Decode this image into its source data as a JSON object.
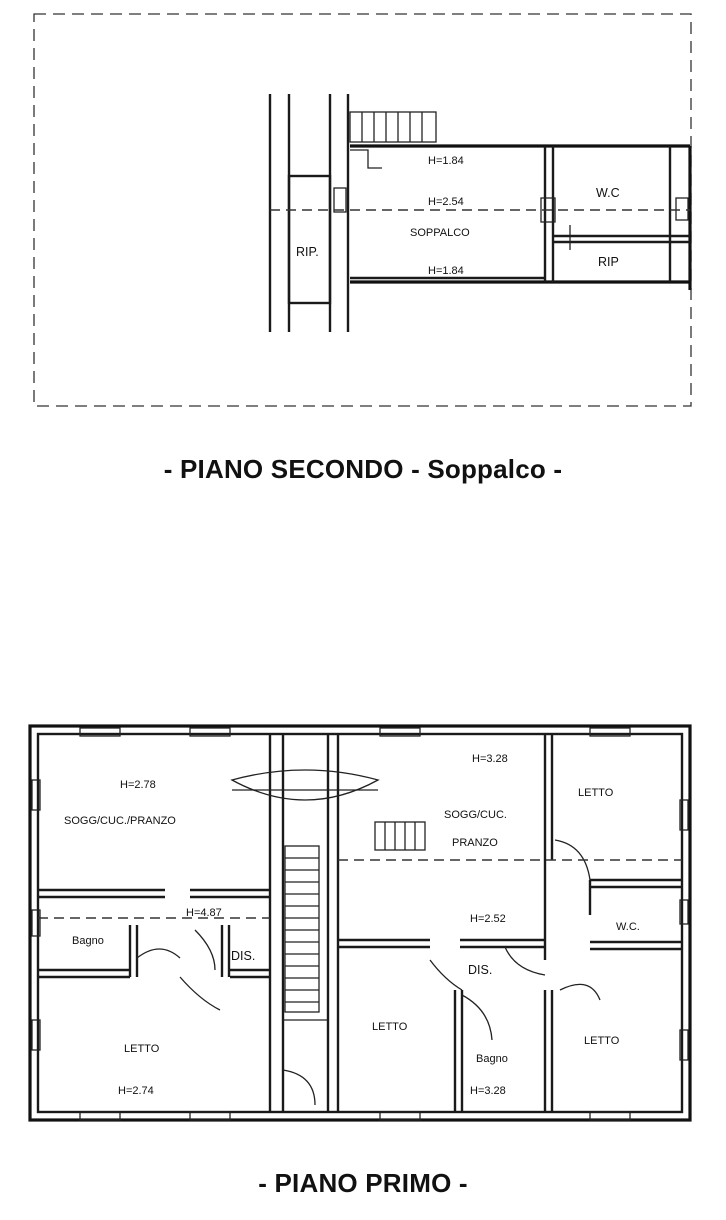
{
  "upper_plan": {
    "title": "- PIANO SECONDO - Soppalco -",
    "rooms": {
      "rip_left": "RIP.",
      "soppalco": "SOPPALCO",
      "wc": "W.C",
      "rip_right": "RIP"
    },
    "heights": {
      "top": "H=1.84",
      "middle": "H=2.54",
      "bottom": "H=1.84"
    }
  },
  "lower_plan": {
    "title": "- PIANO PRIMO -",
    "rooms": {
      "sogg_left": "SOGG/CUC./PRANZO",
      "bagno_left": "Bagno",
      "dis_left": "DIS.",
      "letto_left": "LETTO",
      "sogg_right_line1": "SOGG/CUC.",
      "sogg_right_line2": "PRANZO",
      "letto_top_right": "LETTO",
      "wc": "W.C.",
      "dis_right": "DIS.",
      "letto_mid": "LETTO",
      "bagno_right": "Bagno",
      "letto_bottom_right": "LETTO"
    },
    "heights": {
      "h_278": "H=2.78",
      "h_487": "H=4.87",
      "h_274": "H=2.74",
      "h_328_top": "H=3.28",
      "h_252": "H=2.52",
      "h_328_bottom": "H=3.28"
    }
  }
}
